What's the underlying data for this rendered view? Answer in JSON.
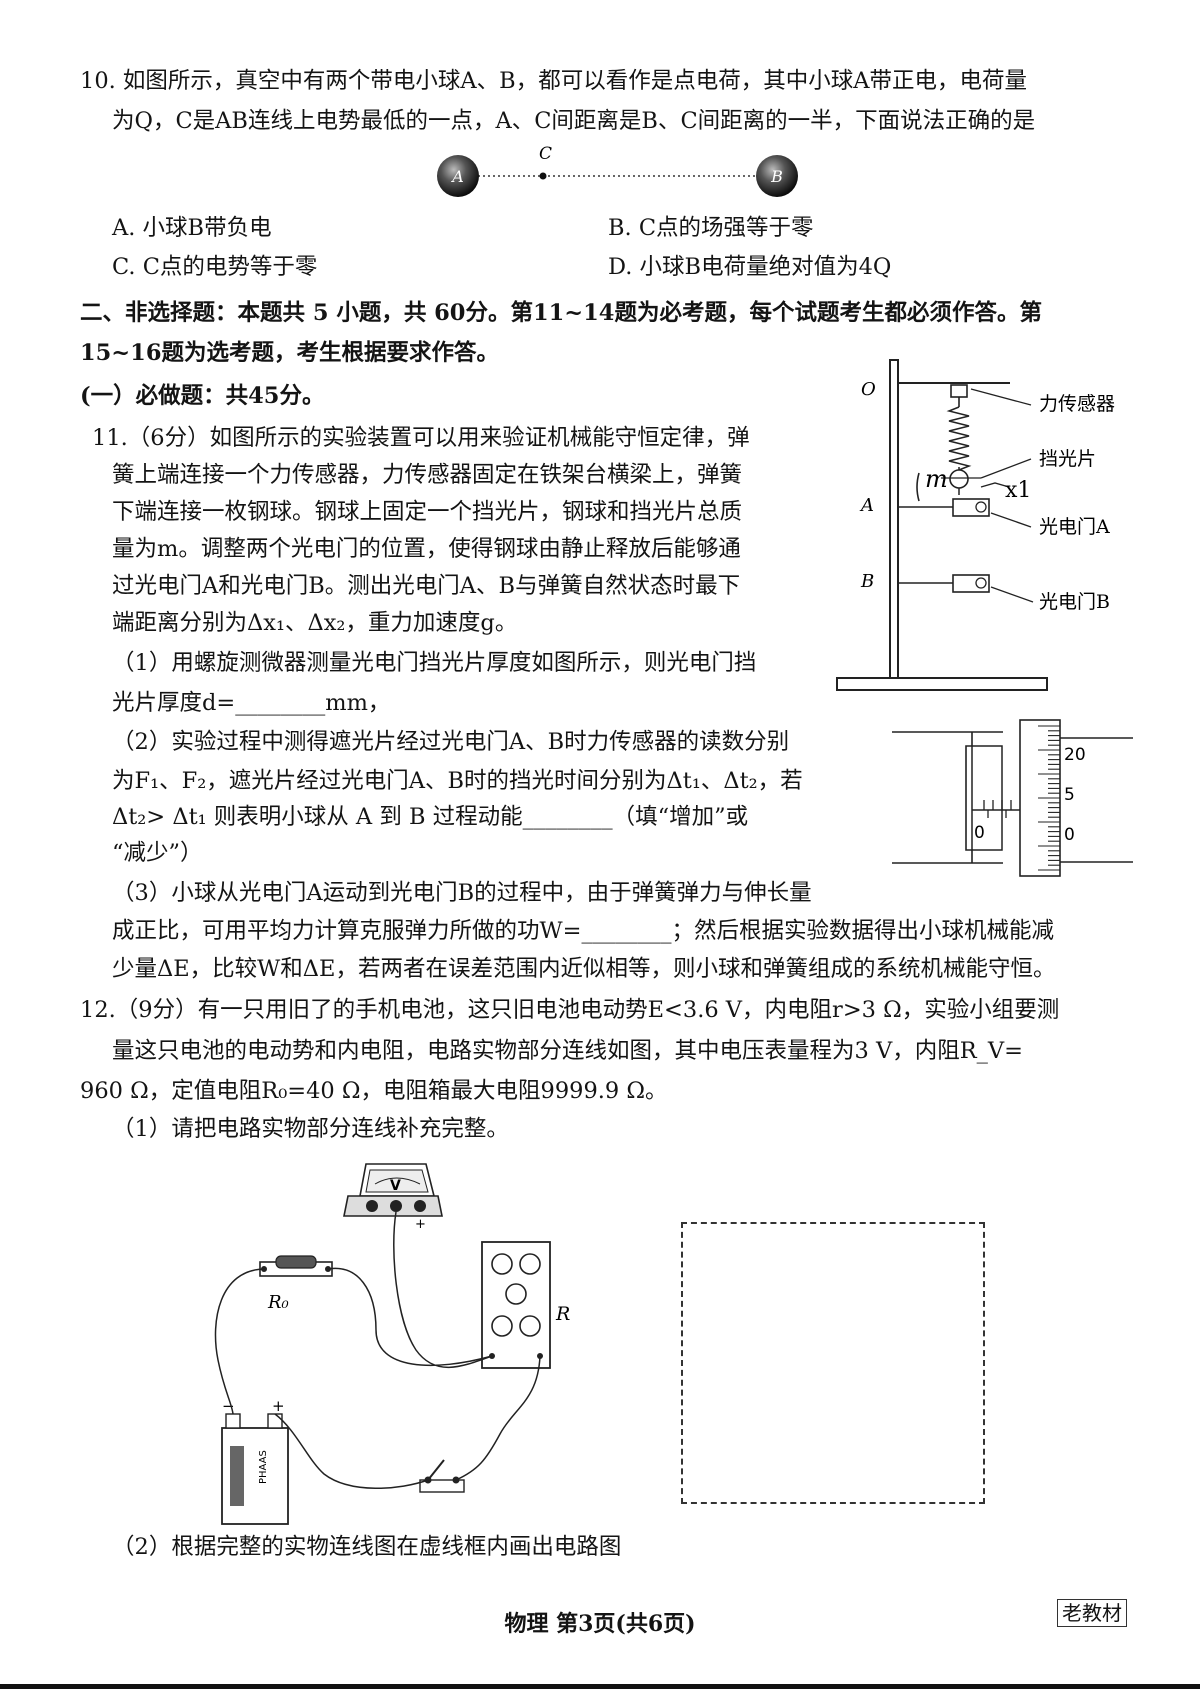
{
  "q10": {
    "line1": "10. 如图所示，真空中有两个带电小球A、B，都可以看作是点电荷，其中小球A带正电，电荷量",
    "line2": "为Q，C是AB连线上电势最低的一点，A、C间距离是B、C间距离的一半，下面说法正确的是",
    "fig": {
      "label_a": "A",
      "label_b": "B",
      "label_c": "C"
    },
    "option_a": "A. 小球B带负电",
    "option_b": "B. C点的场强等于零",
    "option_c": "C. C点的电势等于零",
    "option_d": "D. 小球B电荷量绝对值为4Q"
  },
  "section2": {
    "line1": "二、非选择题：本题共 5 小题，共 60分。第11~14题为必考题，每个试题考生都必须作答。第",
    "line2": "15~16题为选考题，考生根据要求作答。",
    "sub1": "(一）必做题：共45分。"
  },
  "q11": {
    "lines": [
      "11.（6分）如图所示的实验装置可以用来验证机械能守恒定律，弹",
      "簧上端连接一个力传感器，力传感器固定在铁架台横梁上，弹簧",
      "下端连接一枚钢球。钢球上固定一个挡光片，钢球和挡光片总质",
      "量为m。调整两个光电门的位置，使得钢球由静止释放后能够通",
      "过光电门A和光电门B。测出光电门A、B与弹簧自然状态时最下",
      "端距离分别为Δx₁、Δx₂，重力加速度g。",
      "（1）用螺旋测微器测量光电门挡光片厚度如图所示，则光电门挡",
      "光片厚度d=________mm，",
      "（2）实验过程中测得遮光片经过光电门A、B时力传感器的读数分别",
      "为F₁、F₂，遮光片经过光电门A、B时的挡光时间分别为Δt₁、Δt₂，若",
      "Δt₂> Δt₁ 则表明小球从 A 到 B 过程动能________（填“增加”或",
      "“减少”）",
      "（3）小球从光电门A运动到光电门B的过程中，由于弹簧弹力与伸长量",
      "成正比，可用平均力计算克服弹力所做的功W=________；然后根据实验数据得出小球机械能减",
      "少量ΔE，比较W和ΔE，若两者在误差范围内近似相等，则小球和弹簧组成的系统机械能守恒。"
    ],
    "fig": {
      "label_o": "O",
      "label_a": "A",
      "label_b": "B",
      "sensor": "力传感器",
      "shade": "挡光片",
      "gate_a": "光电门A",
      "gate_b": "光电门B",
      "handwriting": "m",
      "handwriting2": "x1"
    },
    "micrometer": {
      "tick_20": "20",
      "tick_5": "5",
      "tick_0r": "0",
      "tick_0l": "0"
    }
  },
  "q12": {
    "line1": "12.（9分）有一只用旧了的手机电池，这只旧电池电动势E<3.6 V，内电阻r>3 Ω，实验小组要测",
    "line2": "量这只电池的电动势和内电阻，电路实物部分连线如图，其中电压表量程为3 V，内阻R_V=",
    "line3": "960 Ω，定值电阻R₀=40 Ω，电阻箱最大电阻9999.9 Ω。",
    "part1": "（1）请把电路实物部分连线补充完整。",
    "part2": "（2）根据完整的实物连线图在虚线框内画出电路图",
    "fig": {
      "label_v": "V",
      "label_r": "R",
      "label_r0": "R₀",
      "minus": "−",
      "plus": "+",
      "brand": "PHAAS"
    }
  },
  "footer": {
    "text": "物理   第3页(共6页)",
    "stamp": "老教材"
  }
}
